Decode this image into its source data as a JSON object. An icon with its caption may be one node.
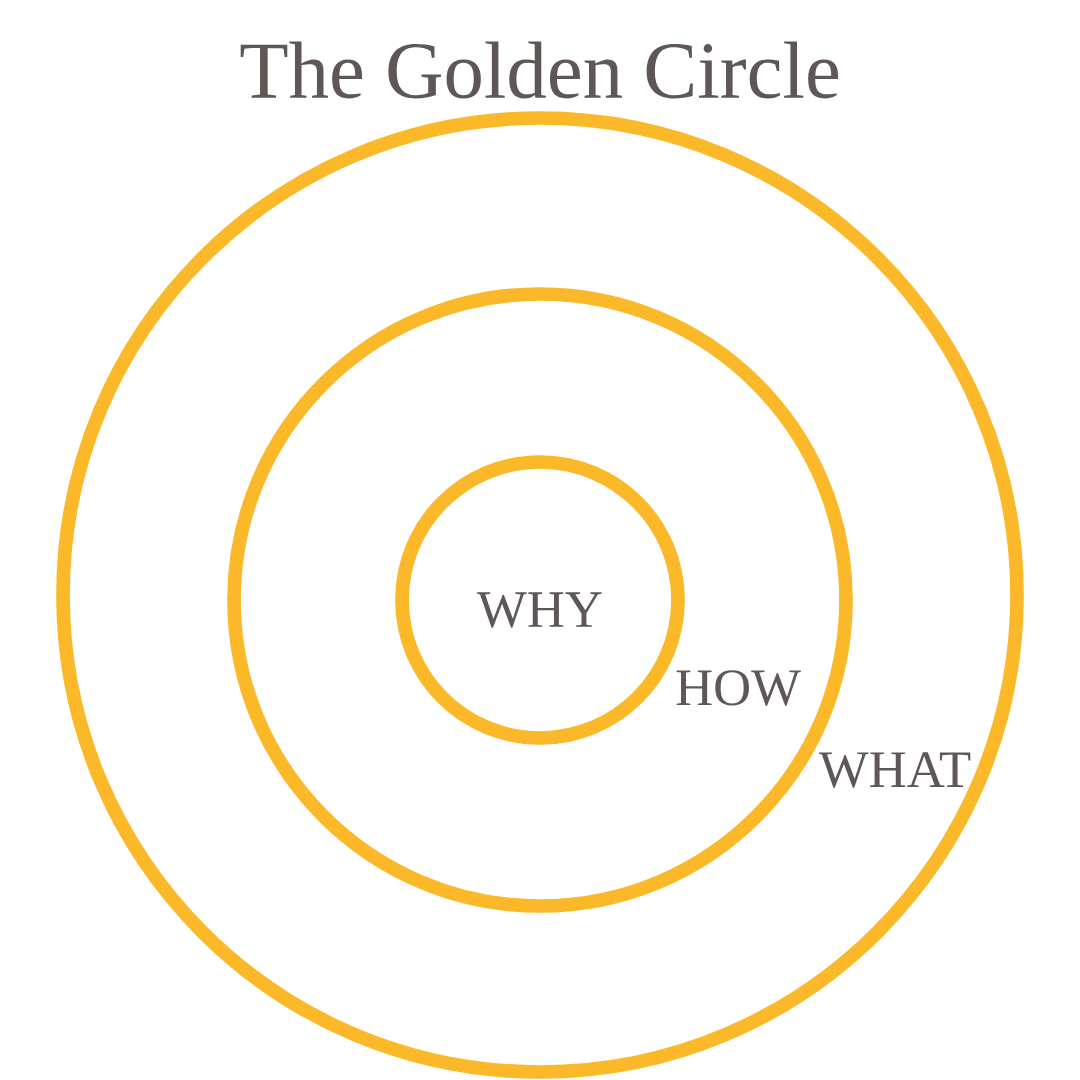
{
  "diagram": {
    "title": "The Golden Circle",
    "nodes": [
      {
        "text": [
          "WHAT"
        ]
      },
      {
        "text": [
          "HOW"
        ],
        "in": 0
      },
      {
        "text": [
          "WHY"
        ],
        "in": 1
      }
    ]
  }
}
